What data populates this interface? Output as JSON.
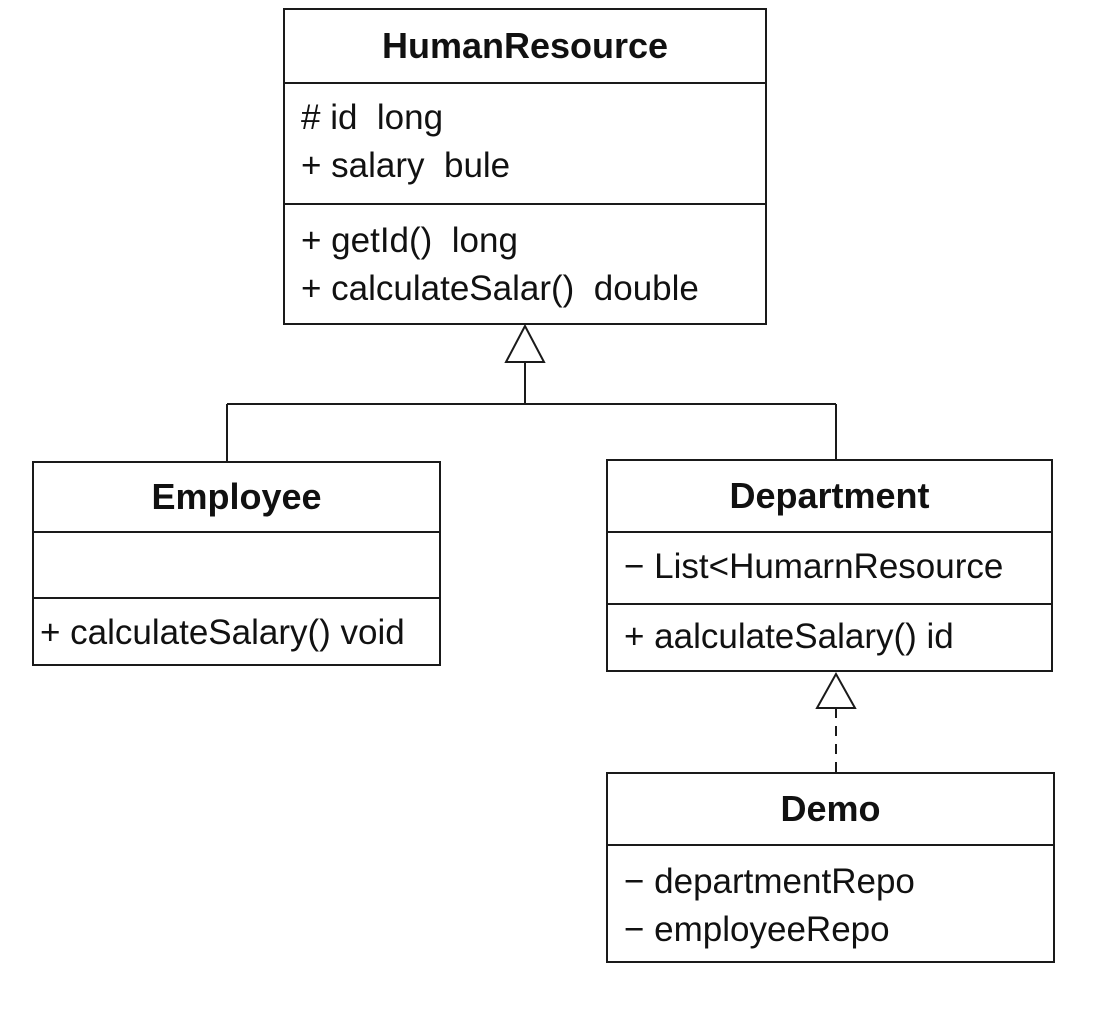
{
  "classes": {
    "human_resource": {
      "name": "HumanResource",
      "attributes": [
        "# id  long",
        "+ salary  bule"
      ],
      "operations": [
        "+ getId()  long",
        "+ calculateSalar()  double"
      ]
    },
    "employee": {
      "name": "Employee",
      "attributes": [],
      "operations": [
        "+ calculateSalary() void"
      ]
    },
    "department": {
      "name": "Department",
      "attributes": [
        "− List<HumarnResource"
      ],
      "operations": [
        "+ aalculateSalary() id"
      ]
    },
    "demo": {
      "name": "Demo",
      "attributes": [
        "− departmentRepo",
        "− employeeRepo"
      ],
      "operations": []
    }
  },
  "relationships": [
    {
      "type": "generalization",
      "from": "Employee",
      "to": "HumanResource",
      "line": "solid"
    },
    {
      "type": "generalization",
      "from": "Department",
      "to": "HumanResource",
      "line": "solid"
    },
    {
      "type": "realization",
      "from": "Demo",
      "to": "Department",
      "line": "dashed"
    }
  ],
  "colors": {
    "stroke": "#1a1a1a",
    "background": "#ffffff",
    "text": "#111111"
  }
}
